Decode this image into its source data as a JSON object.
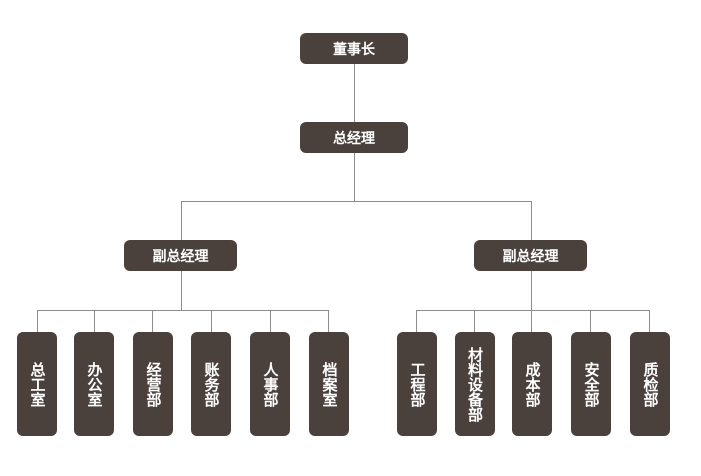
{
  "chairman": "董事长",
  "general_manager": "总经理",
  "deputy_left": "副总经理",
  "deputy_right": "副总经理",
  "left_departments": [
    "总工室",
    "办公室",
    "经营部",
    "账务部",
    "人事部",
    "档案室"
  ],
  "right_departments": [
    "工程部",
    "材料设备部",
    "成本部",
    "安全部",
    "质检部"
  ]
}
